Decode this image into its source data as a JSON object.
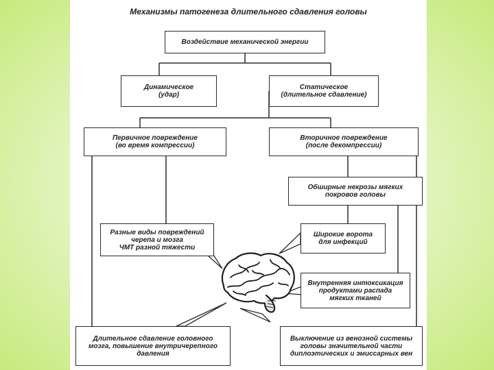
{
  "title": "Механизмы патогенеза длительного сдавления головы",
  "nodes": {
    "energy": "Воздействие механической энергии",
    "dynamic": "Динамическое\n(удар)",
    "static": "Статическое\n(длительное сдавление)",
    "primary": "Первичное повреждение\n(во время компрессии)",
    "secondary": "Вторичное повреждение\n(после декомпрессии)",
    "necrosis": "Обширные некрозы мягких\nпокровов головы",
    "injuries": "Разные виды повреждений\nчерепа и мозга\nЧМТ разной тяжести",
    "infection": "Широкие ворота\nдля инфекций",
    "intoxication": "Внутренняя интоксикация\nпродуктами распада\nмягких тканей",
    "compression": "Длительное сдавление головного\nмозга, повышение внутричерепного\nдавления",
    "venous": "Выключение из венозной системы\nголовы значительной части\nдиплоэтических и эмиссарных вен"
  },
  "icons": {
    "center": "brain-icon"
  }
}
